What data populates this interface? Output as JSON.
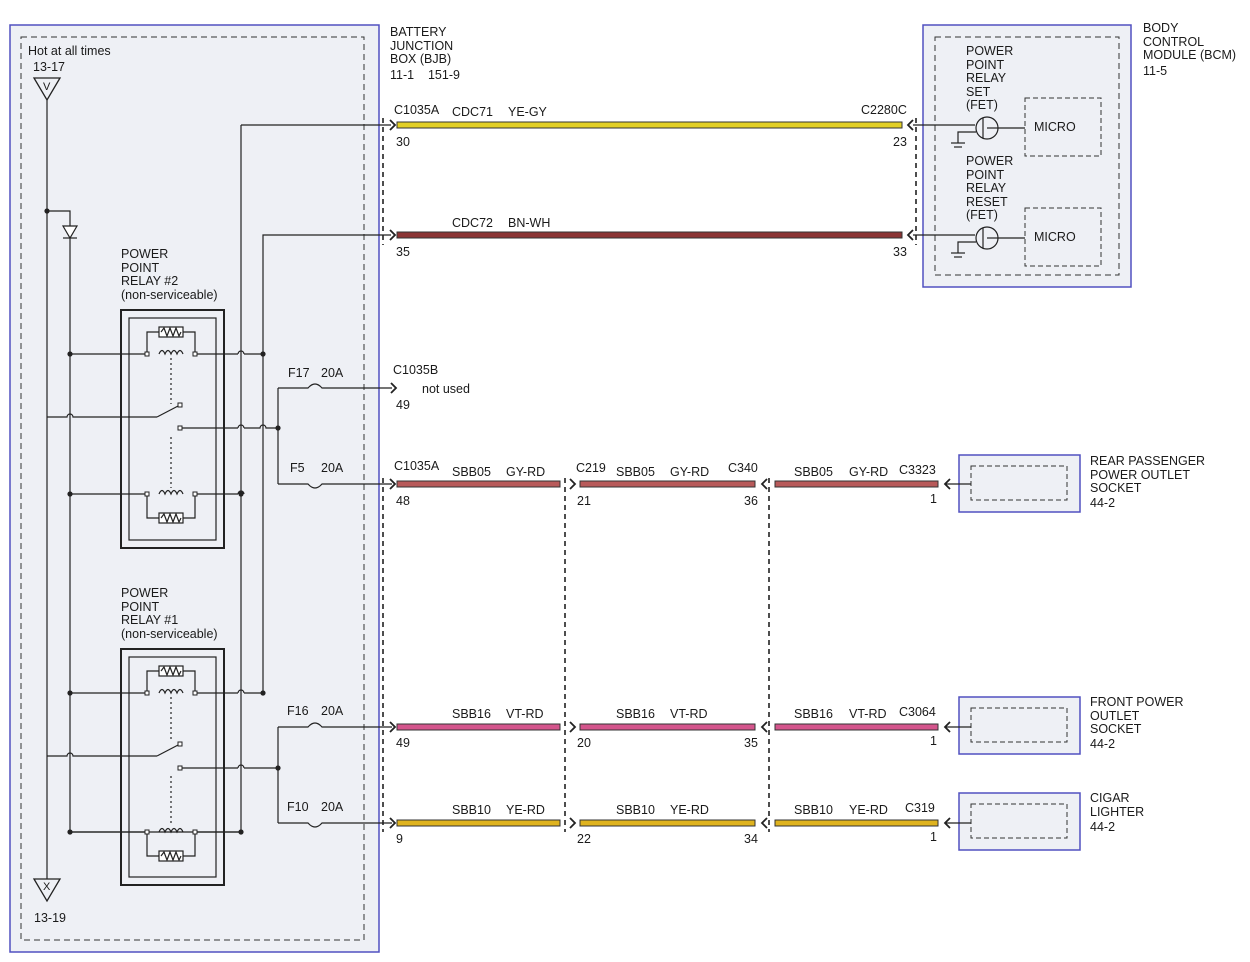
{
  "bjb": {
    "hot_label": "Hot at all times",
    "ref_in": "13-17",
    "ref_in_letter": "V",
    "ref_out": "13-19",
    "ref_out_letter": "X",
    "title": "BATTERY\nJUNCTION\nBOX (BJB)",
    "ref": "11-1    151-9",
    "relay2": "POWER\nPOINT\nRELAY #2\n(non-serviceable)",
    "relay1": "POWER\nPOINT\nRELAY #1\n(non-serviceable)",
    "fuses": [
      {
        "name": "F17",
        "rating": "20A"
      },
      {
        "name": "F5",
        "rating": "20A"
      },
      {
        "name": "F16",
        "rating": "20A"
      },
      {
        "name": "F10",
        "rating": "20A"
      }
    ]
  },
  "bcm": {
    "title": "BODY\nCONTROL\nMODULE (BCM)",
    "ref": "11-5",
    "set_label": "POWER\nPOINT\nRELAY\nSET\n(FET)",
    "reset_label": "POWER\nPOINT\nRELAY\nRESET\n(FET)",
    "micro": "MICRO"
  },
  "connectors": {
    "c1035a": "C1035A",
    "c1035b": "C1035B",
    "c2280c": "C2280C",
    "c219": "C219",
    "c340": "C340",
    "c3323": "C3323",
    "c3064": "C3064",
    "c319": "C319",
    "not_used": "not used"
  },
  "wires": {
    "cdc71": {
      "circuit": "CDC71",
      "color": "YE-GY",
      "pin_left": "30",
      "pin_right": "23",
      "fill": "#e2cf25"
    },
    "cdc72": {
      "circuit": "CDC72",
      "color": "BN-WH",
      "pin_left": "35",
      "pin_right": "33",
      "fill": "#8a3434"
    },
    "f17_pin": "49",
    "sbb05": {
      "circuit": "SBB05",
      "color": "GY-RD",
      "pins": [
        "48",
        "21",
        "36",
        "1"
      ],
      "fill": "#b85a5a"
    },
    "sbb16": {
      "circuit": "SBB16",
      "color": "VT-RD",
      "pins": [
        "49",
        "20",
        "35",
        "1"
      ],
      "fill": "#d4558c"
    },
    "sbb10": {
      "circuit": "SBB10",
      "color": "YE-RD",
      "pins": [
        "9",
        "22",
        "34",
        "1"
      ],
      "fill": "#dfb31e"
    }
  },
  "loads": {
    "rear": {
      "title": "REAR PASSENGER\nPOWER OUTLET\nSOCKET",
      "ref": "44-2"
    },
    "front": {
      "title": "FRONT POWER\nOUTLET\nSOCKET",
      "ref": "44-2"
    },
    "cigar": {
      "title": "CIGAR\nLIGHTER",
      "ref": "44-2"
    }
  },
  "colors": {
    "module_border": "#5050c0",
    "module_fill": "#eef0f5",
    "wire_outline": "#333333"
  }
}
